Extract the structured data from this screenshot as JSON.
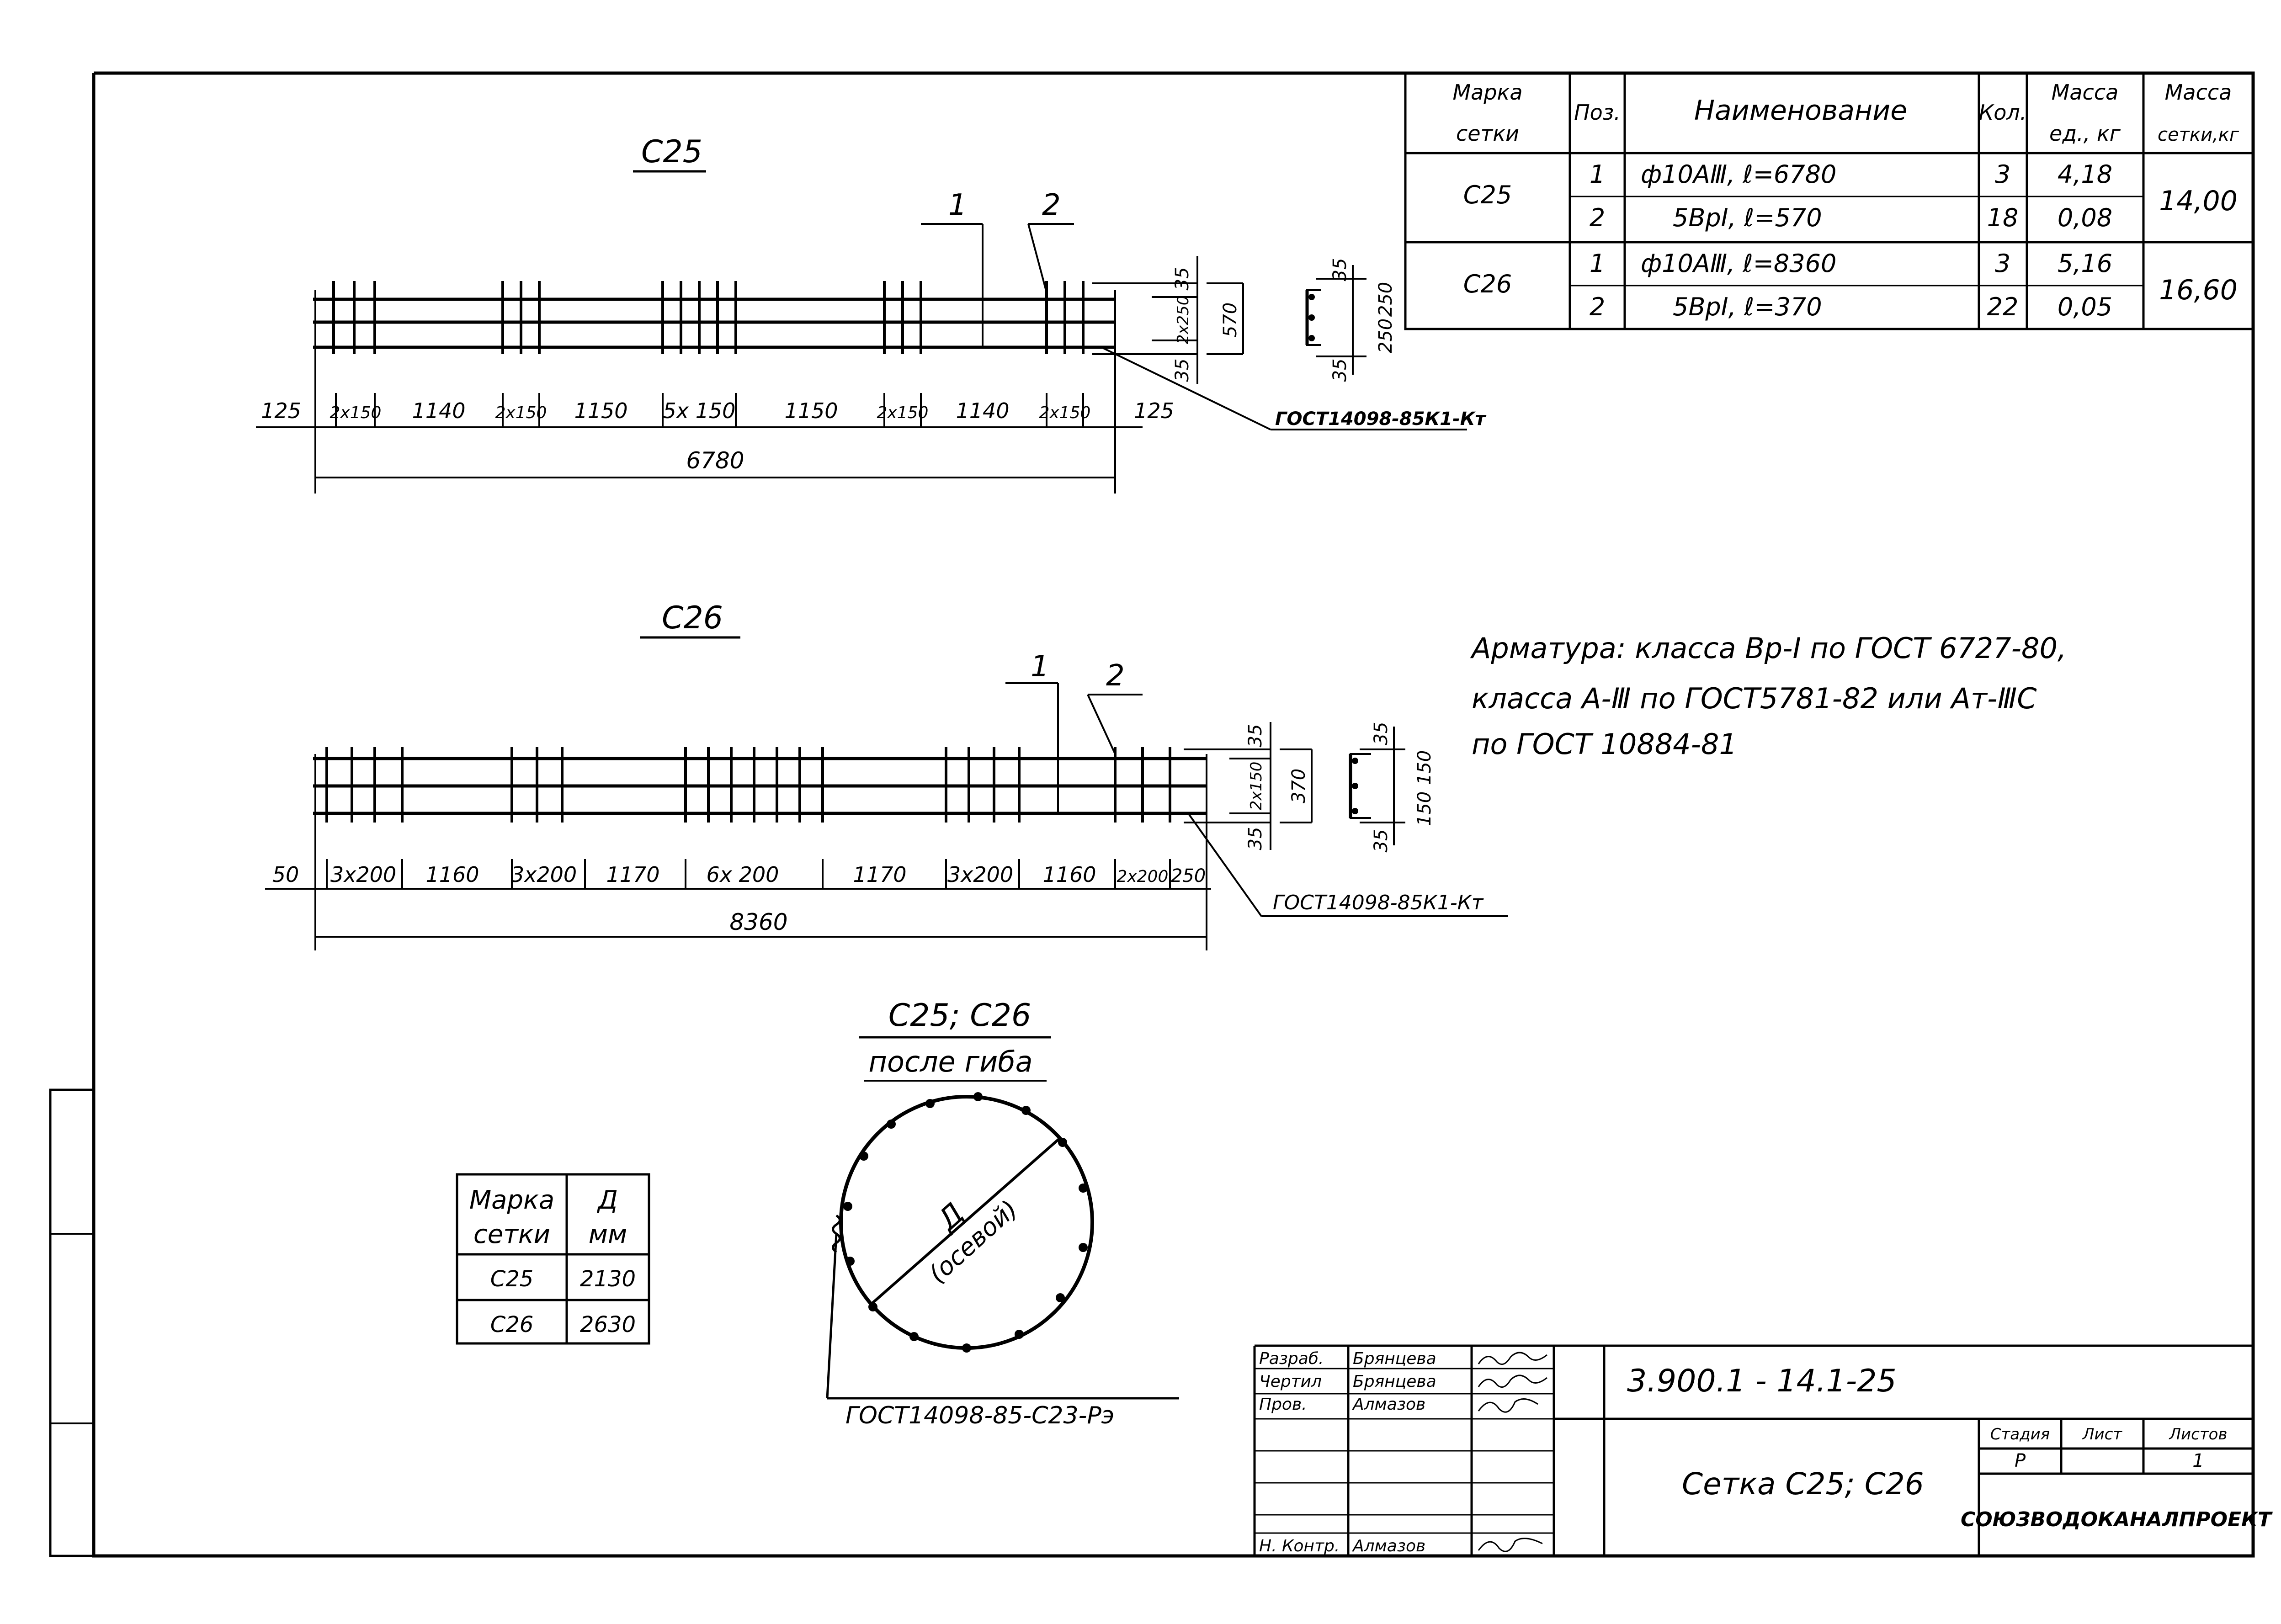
{
  "spec_table": {
    "headers": [
      "Марка сетки",
      "Поз.",
      "Наименование",
      "Кол.",
      "Масса ед., кг",
      "Масса сетки,кг"
    ],
    "header_lines": {
      "mark": [
        "Марка",
        "сетки"
      ],
      "pos": "Поз.",
      "name": "Наименование",
      "qty": "Кол.",
      "unit_mass": [
        "Масса",
        "ед., кг"
      ],
      "mesh_mass": [
        "Масса",
        "сетки,кг"
      ]
    },
    "groups": [
      {
        "mark": "С25",
        "mesh_mass": "14,00",
        "rows": [
          {
            "pos": "1",
            "name": "ф10АⅢ,  ℓ=6780",
            "qty": "3",
            "unit_mass": "4,18"
          },
          {
            "pos": "2",
            "name": "5ВрI,  ℓ=570",
            "qty": "18",
            "unit_mass": "0,08"
          }
        ]
      },
      {
        "mark": "С26",
        "mesh_mass": "16,60",
        "rows": [
          {
            "pos": "1",
            "name": "ф10АⅢ,  ℓ=8360",
            "qty": "3",
            "unit_mass": "5,16"
          },
          {
            "pos": "2",
            "name": "5ВрI,  ℓ=370",
            "qty": "22",
            "unit_mass": "0,05"
          }
        ]
      }
    ]
  },
  "c25": {
    "title": "С25",
    "leader_1": "1",
    "leader_2": "2",
    "dims": [
      "125",
      "2х150",
      "1140",
      "2х150",
      "1150",
      "5х 150",
      "1150",
      "2х150",
      "1140",
      "2х150",
      "125"
    ],
    "total": "6780",
    "weld_note": "ГОСТ14098-85К1-Кт",
    "vdims": [
      "35",
      "2х250",
      "570",
      "35"
    ],
    "section_dims": [
      "35",
      "250",
      "250",
      "35"
    ]
  },
  "c26": {
    "title": "С26",
    "leader_1": "1",
    "leader_2": "2",
    "dims": [
      "50",
      "3х200",
      "1160",
      "3х200",
      "1170",
      "6х 200",
      "1170",
      "3х200",
      "1160",
      "2х200",
      "250"
    ],
    "total": "8360",
    "weld_note": "ГОСТ14098-85К1-Кт",
    "vdims": [
      "35",
      "2х150",
      "370",
      "35"
    ],
    "section_dims": [
      "35",
      "150",
      "150",
      "35"
    ]
  },
  "notes": [
    "Арматура: класса Вр-I по ГОСТ 6727-80,",
    "класса А-Ⅲ по ГОСТ5781-82 или Ат-ⅢС",
    "по ГОСТ 10884-81"
  ],
  "bent": {
    "title": "С25; С26",
    "subtitle": "после гиба",
    "diam_label": "Д",
    "diam_sub": "(осевой)",
    "weld_note": "ГОСТ14098-85-С23-Рэ"
  },
  "diam_table": {
    "head_mark": [
      "Марка",
      "сетки"
    ],
    "head_d": [
      "Д",
      "мм"
    ],
    "rows": [
      {
        "mark": "С25",
        "d": "2130"
      },
      {
        "mark": "С26",
        "d": "2630"
      }
    ]
  },
  "title_block": {
    "roles": [
      "Разраб.",
      "Чертил",
      "Пров.",
      "",
      "",
      "",
      "Н. Контр."
    ],
    "names": [
      "Брянцева",
      "Брянцева",
      "Алмазов",
      "",
      "",
      "",
      "Алмазов"
    ],
    "code": "3.900.1 - 14.1-25",
    "drawing_name": "Сетка С25; С26",
    "stage_label": "Стадия",
    "sheet_label": "Лист",
    "sheets_label": "Листов",
    "stage": "Р",
    "sheet": "",
    "sheets": "1",
    "org": "СОЮЗВОДОКАНАЛПРОЕКТ"
  }
}
